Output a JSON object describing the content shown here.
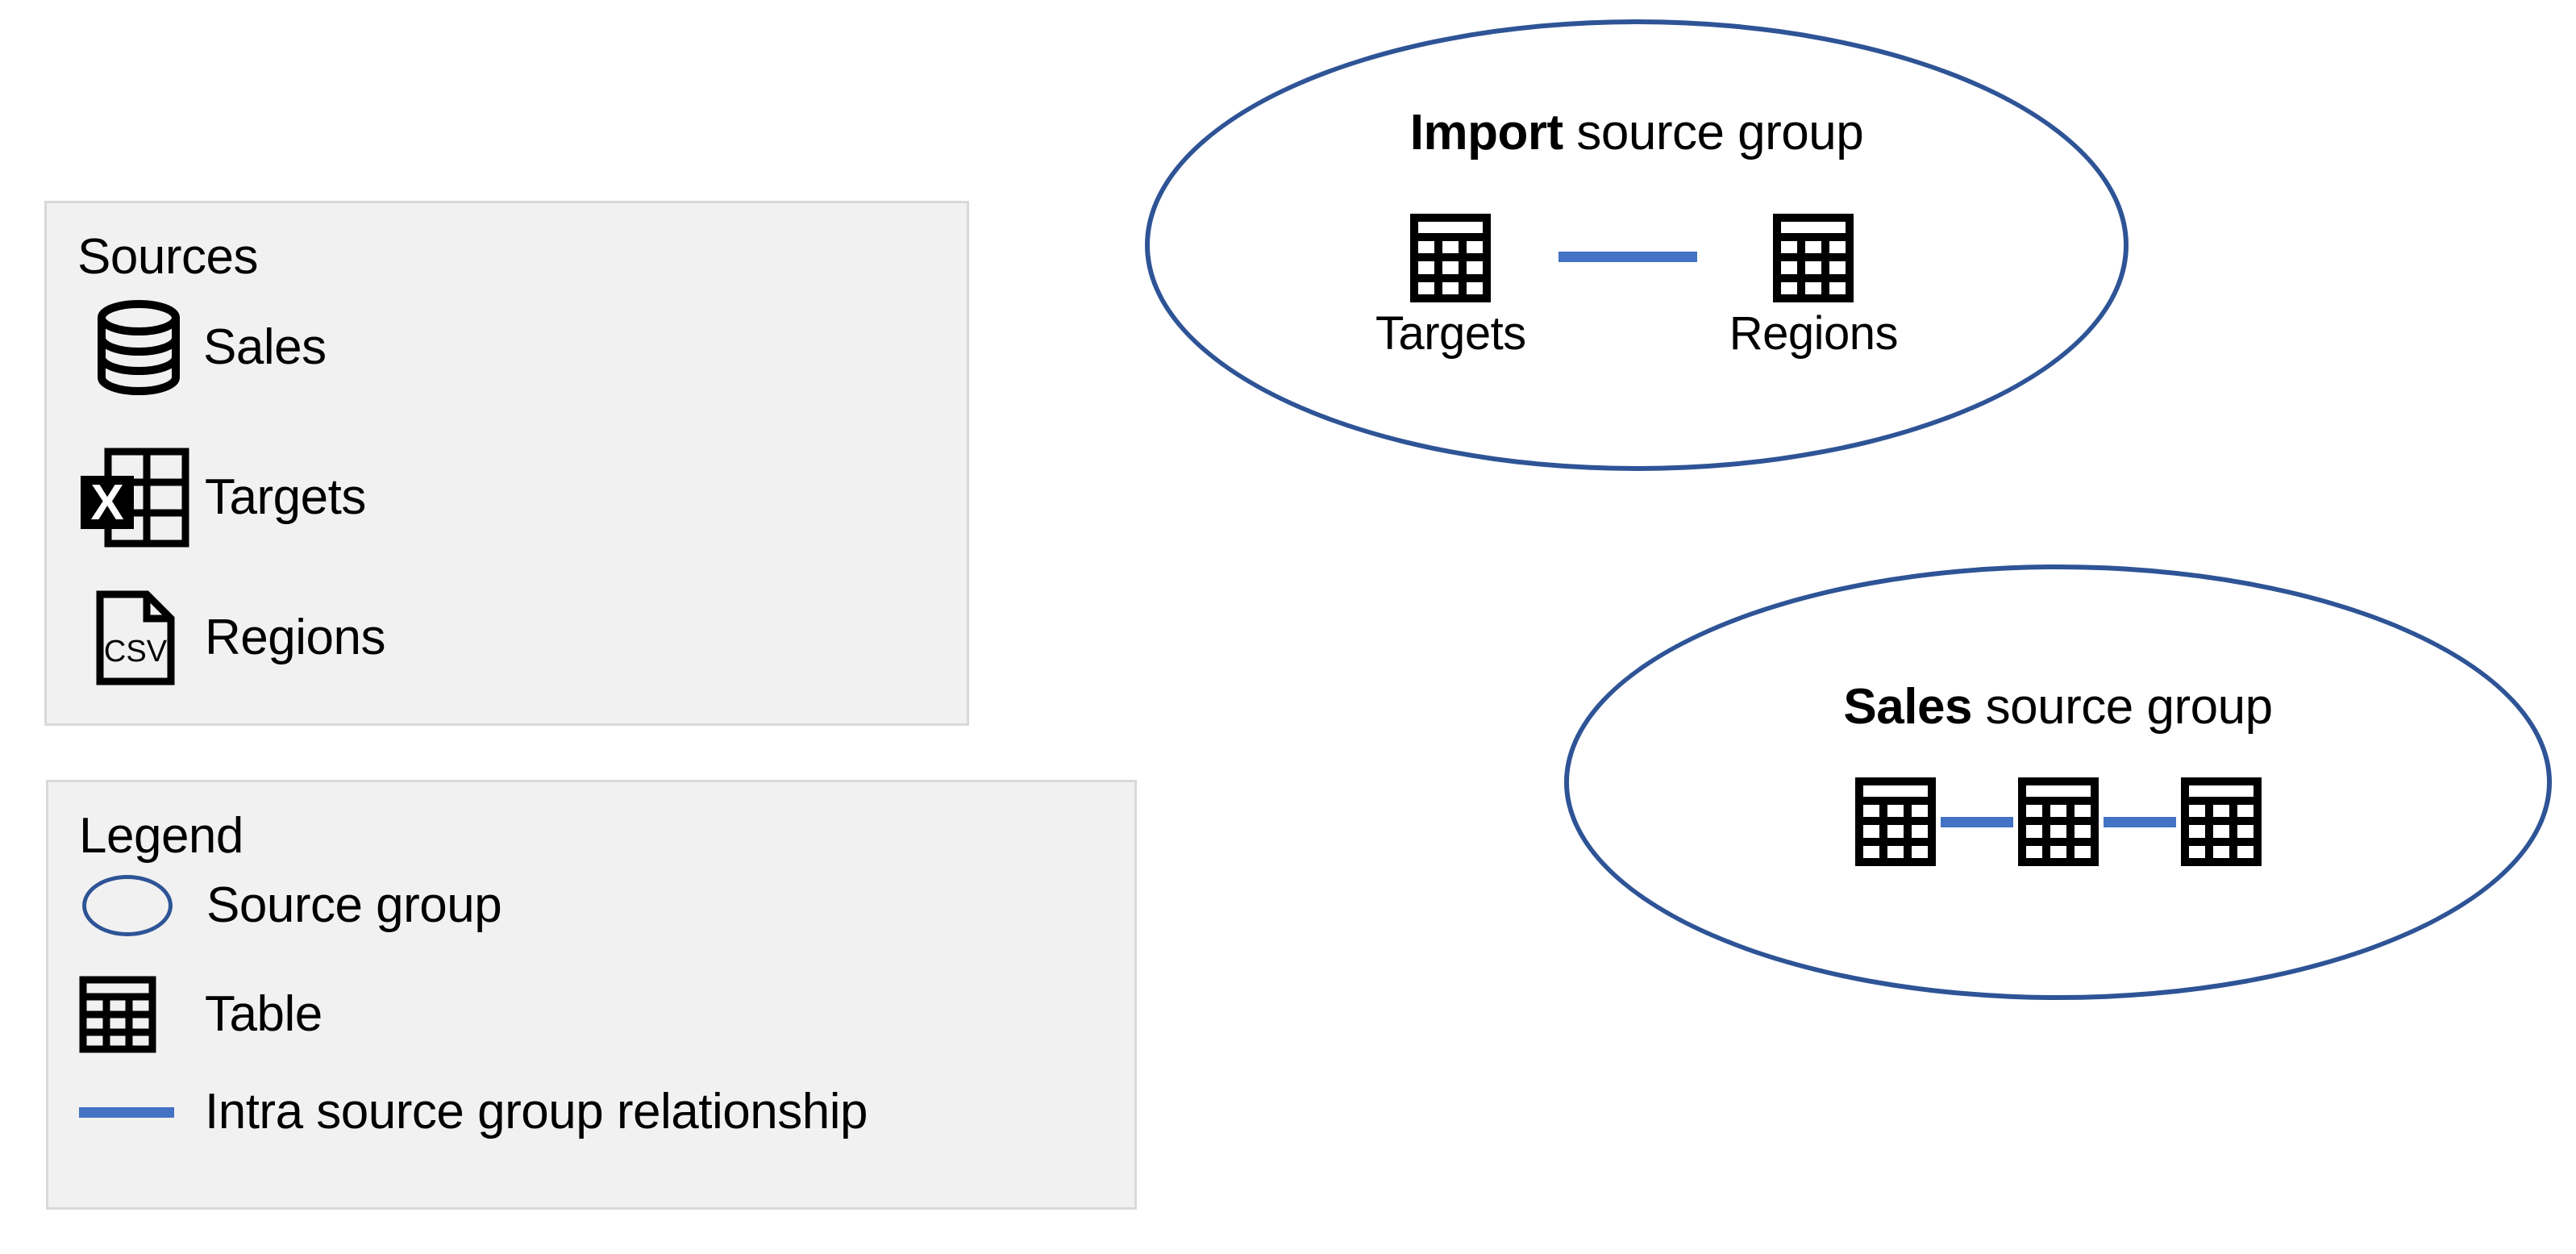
{
  "colors": {
    "panel_bg": "#F1F1F1",
    "panel_border": "#D9D9D9",
    "ellipse_stroke": "#2E5496",
    "relationship_line": "#4472C4",
    "text": "#000000",
    "page_bg": "#FFFFFF"
  },
  "sources_panel": {
    "title": "Sources",
    "items": [
      {
        "label": "Sales",
        "icon": "database-icon"
      },
      {
        "label": "Targets",
        "icon": "excel-table-icon"
      },
      {
        "label": "Regions",
        "icon": "csv-file-icon"
      }
    ]
  },
  "legend_panel": {
    "title": "Legend",
    "items": [
      {
        "label": "Source group",
        "marker": "ellipse-outline-icon"
      },
      {
        "label": "Table",
        "marker": "table-icon"
      },
      {
        "label": "Intra source group relationship",
        "marker": "blue-line-icon"
      }
    ]
  },
  "source_groups": [
    {
      "name": "import-source-group",
      "title_bold": "Import",
      "title_rest": " source group",
      "tables": [
        {
          "label": "Targets",
          "icon": "table-icon"
        },
        {
          "label": "Regions",
          "icon": "table-icon"
        }
      ],
      "relationships": 1
    },
    {
      "name": "sales-source-group",
      "title_bold": "Sales",
      "title_rest": " source group",
      "tables": [
        {
          "label": "",
          "icon": "table-icon"
        },
        {
          "label": "",
          "icon": "table-icon"
        },
        {
          "label": "",
          "icon": "table-icon"
        }
      ],
      "relationships": 2
    }
  ]
}
